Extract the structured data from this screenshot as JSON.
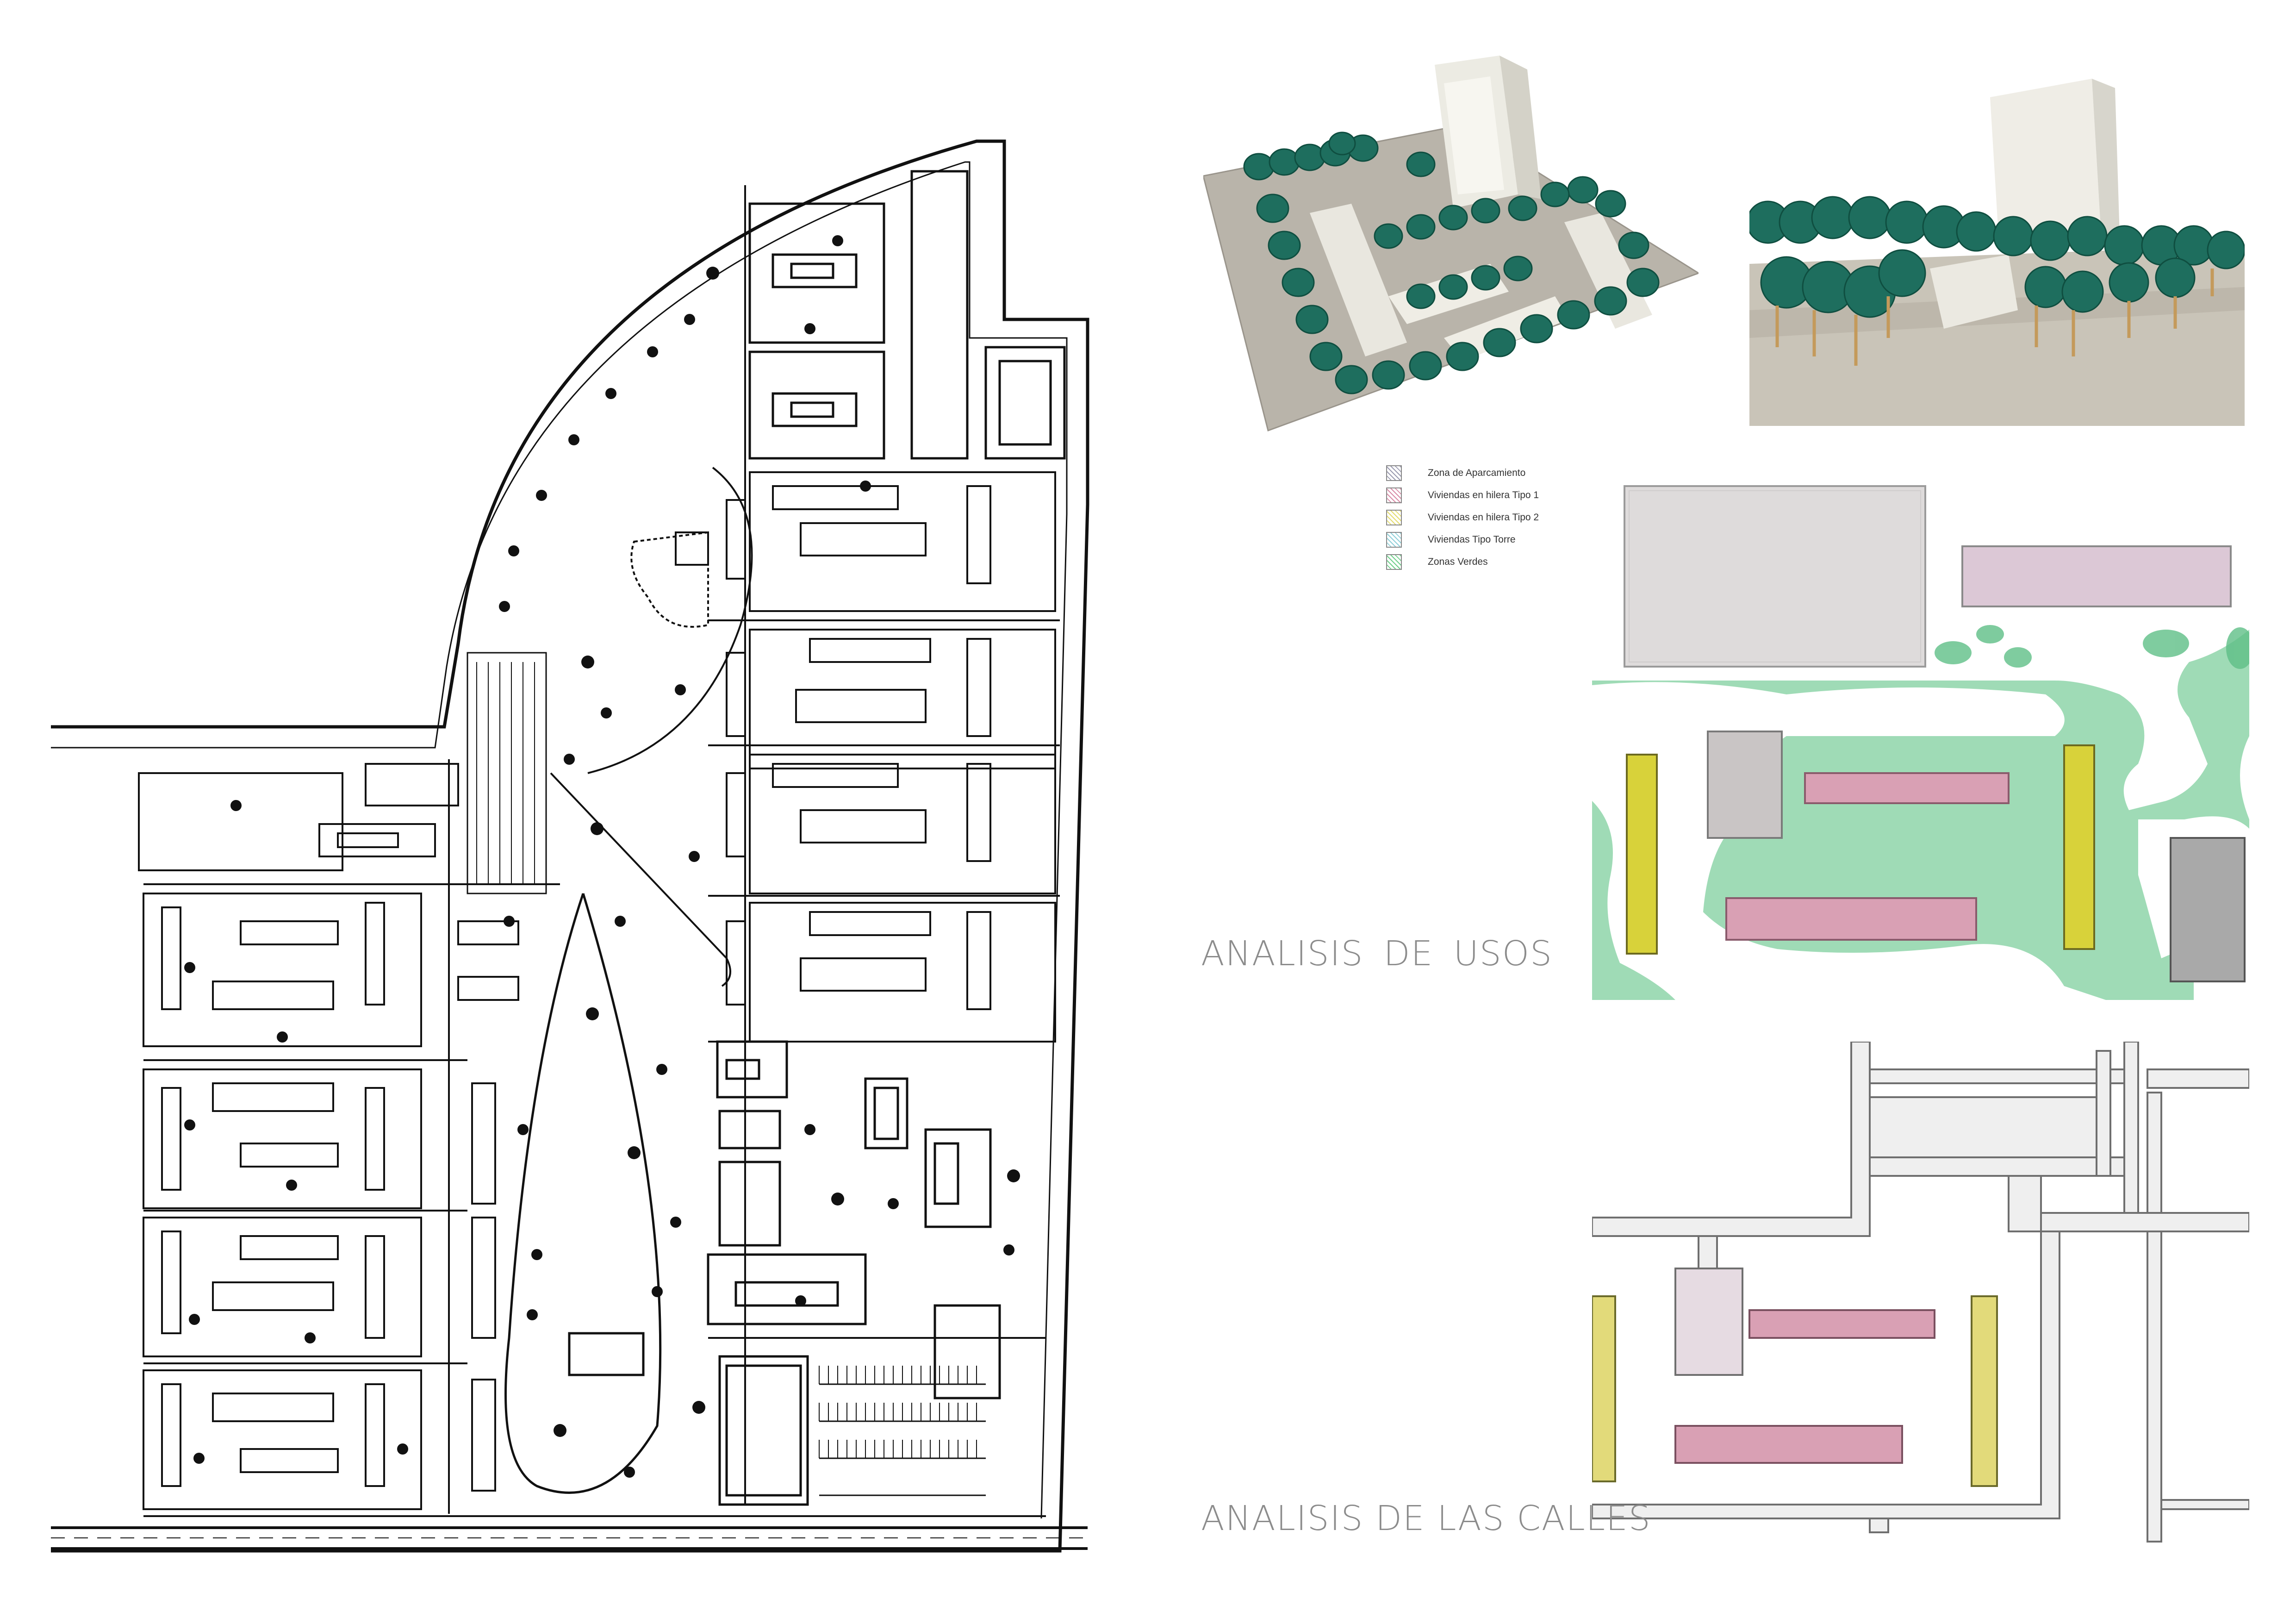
{
  "legend": {
    "items": [
      {
        "label": "Zona de Aparcamiento",
        "color": "#9a9ab0"
      },
      {
        "label": "Viviendas en hilera Tipo 1",
        "color": "#d98aa6"
      },
      {
        "label": "Viviendas en hilera Tipo 2",
        "color": "#e4dc6e"
      },
      {
        "label": "Viviendas Tipo Torre",
        "color": "#8ecfd8"
      },
      {
        "label": "Zonas Verdes",
        "color": "#6fcf8a"
      }
    ]
  },
  "captions": {
    "uses_words": [
      "ANALISIS",
      "DE",
      "USOS"
    ],
    "streets": "ANALISIS DE LAS CALLES"
  },
  "colors": {
    "tree": "#1e6e5e",
    "model_base": "#b9b4aa",
    "pink_block": "#d9a0b4",
    "yellow_block": "#d8d23a",
    "green_zone": "#46b47a",
    "grey_block": "#a9a9a9"
  }
}
